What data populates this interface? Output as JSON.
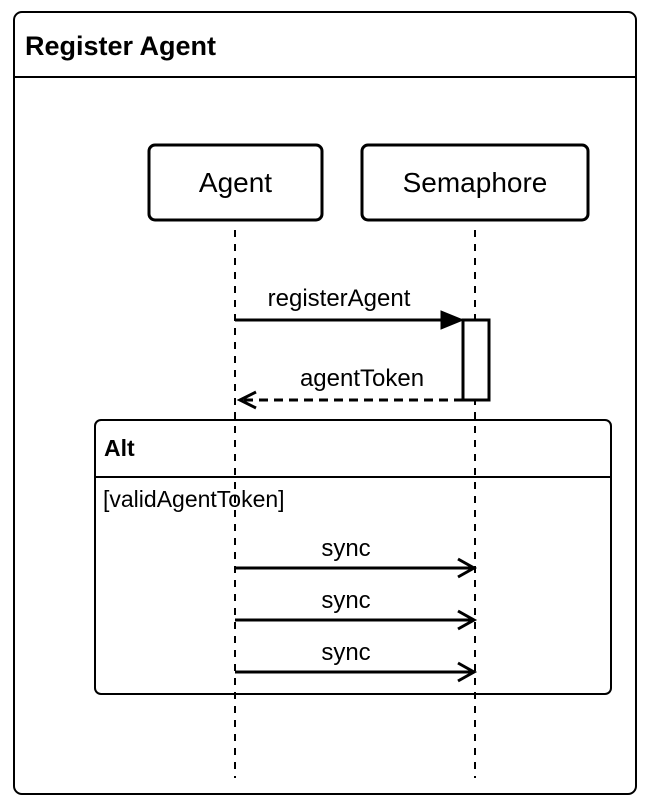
{
  "diagram": {
    "title": "Register Agent",
    "participants": [
      {
        "id": "agent",
        "label": "Agent"
      },
      {
        "id": "semaphore",
        "label": "Semaphore"
      }
    ],
    "messages": [
      {
        "label": "registerAgent",
        "from": "agent",
        "to": "semaphore",
        "style": "solid",
        "arrowhead": "filled"
      },
      {
        "label": "agentToken",
        "from": "semaphore",
        "to": "agent",
        "style": "dashed",
        "arrowhead": "open"
      }
    ],
    "alt": {
      "title": "Alt",
      "guard": "[validAgentToken]",
      "messages": [
        {
          "label": "sync",
          "from": "agent",
          "to": "semaphore",
          "style": "solid",
          "arrowhead": "open"
        },
        {
          "label": "sync",
          "from": "agent",
          "to": "semaphore",
          "style": "solid",
          "arrowhead": "open"
        },
        {
          "label": "sync",
          "from": "agent",
          "to": "semaphore",
          "style": "solid",
          "arrowhead": "open"
        }
      ]
    }
  }
}
